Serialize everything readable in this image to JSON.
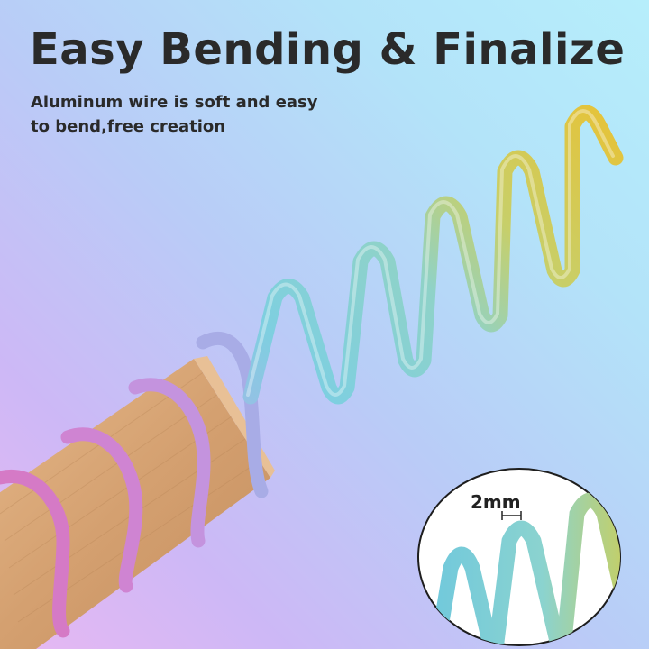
{
  "headline": "Easy Bending & Finalize",
  "subheading": {
    "line1": "Aluminum wire is soft and easy",
    "line2": "to bend,free creation"
  },
  "callout": {
    "thickness_label": "2mm"
  },
  "colors": {
    "text": "#2a2a2a",
    "wire_pink": "#d778c9",
    "wire_purple": "#b59ae2",
    "wire_blue": "#7ecfe0",
    "wire_green": "#b9d27a",
    "wire_gold": "#e8c235",
    "wood": "#d9a878"
  }
}
